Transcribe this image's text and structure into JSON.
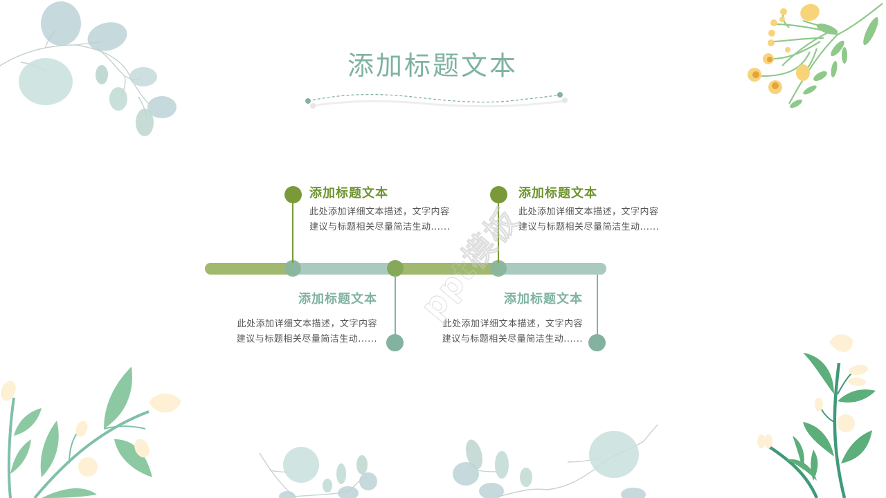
{
  "slide": {
    "title": "添加标题文本",
    "watermark": "ppt模板"
  },
  "colors": {
    "title_teal": "#7fb3a0",
    "accent_green": "#7a9a3a",
    "bar_green": "#a0b96e",
    "bar_teal": "#a9cbbf",
    "node_teal": "#84b2a0",
    "body_text": "#555555"
  },
  "timeline": {
    "items": [
      {
        "title": "添加标题文本",
        "desc_line1": "此处添加详细文本描述，文字内容",
        "desc_line2": "建议与标题相关尽量简洁生动......",
        "position": "above",
        "color": "green"
      },
      {
        "title": "添加标题文本",
        "desc_line1": "此处添加详细文本描述，文字内容",
        "desc_line2": "建议与标题相关尽量简洁生动......",
        "position": "below",
        "color": "teal"
      },
      {
        "title": "添加标题文本",
        "desc_line1": "此处添加详细文本描述，文字内容",
        "desc_line2": "建议与标题相关尽量简洁生动......",
        "position": "above",
        "color": "green"
      },
      {
        "title": "添加标题文本",
        "desc_line1": "此处添加详细文本描述，文字内容",
        "desc_line2": "建议与标题相关尽量简洁生动......",
        "position": "below",
        "color": "teal"
      }
    ]
  },
  "decorations": [
    {
      "name": "eucalyptus-branch",
      "location": "top-left"
    },
    {
      "name": "yellow-flower-branch",
      "location": "top-right"
    },
    {
      "name": "cream-flower-branch",
      "location": "bottom-left"
    },
    {
      "name": "eucalyptus-branch",
      "location": "bottom-center"
    },
    {
      "name": "cream-flower-stem",
      "location": "bottom-right"
    }
  ]
}
